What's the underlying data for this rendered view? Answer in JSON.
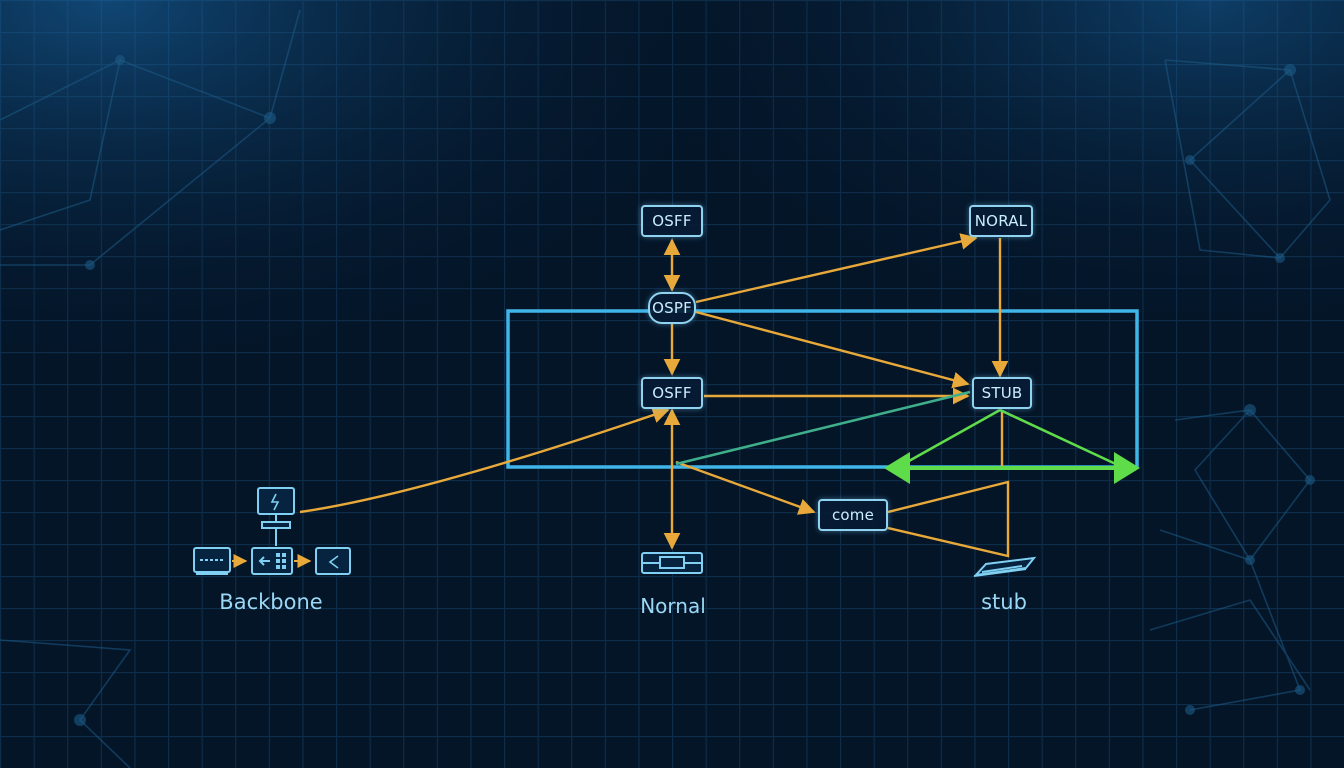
{
  "colors": {
    "background": "#041528",
    "grid": "#0e2d4a",
    "area_border": "#3fb5e8",
    "link_orange": "#e8a93a",
    "link_green": "#5fdc4a",
    "node_text": "#cbeeff",
    "caption_text": "#9ad8f5"
  },
  "nodes": {
    "osff_top": "OSFF",
    "noral": "NORAL",
    "ospf_center": "OSPF",
    "osff_mid": "OSFF",
    "stub_box": "STUB",
    "come": "come"
  },
  "captions": {
    "backbone": "Backbone",
    "normal": "Nornal",
    "stub": "stub"
  },
  "icons": {
    "backbone_group": [
      "monitor-icon",
      "router-icon",
      "switch-icon",
      "device-icon"
    ],
    "normal": "switch-icon",
    "stub": "laptop-icon"
  }
}
